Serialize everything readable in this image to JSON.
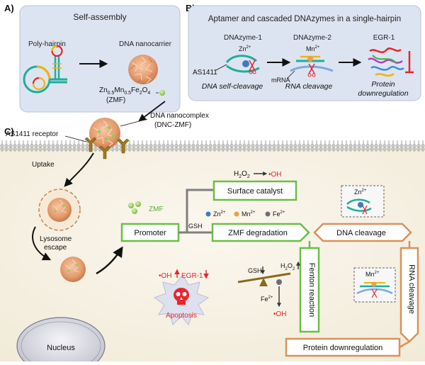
{
  "panel_a": {
    "letter": "A)",
    "title": "Self-assembly",
    "poly_hairpin": "Poly-hairpin",
    "dna_nanocarrier": "DNA nanocarrier",
    "zmf_formula": "Zn",
    "zmf_sub1": "0.5",
    "zmf_mn": "Mn",
    "zmf_sub2": "0.5",
    "zmf_fe": "Fe",
    "zmf_sub3": "2",
    "zmf_o": "O",
    "zmf_sub4": "4",
    "zmf_abbr": "(ZMF)"
  },
  "panel_b": {
    "letter": "B)",
    "title": "Aptamer and cascaded DNAzymes in a single-hairpin",
    "dnazyme1": "DNAzyme-1",
    "dnazyme2": "DNAzyme-2",
    "egr1": "EGR-1",
    "zn_ion": "Zn",
    "zn_charge": "2+",
    "mn_ion": "Mn",
    "mn_charge": "2+",
    "as1411": "AS1411",
    "mrna": "mRNA",
    "step1": "DNA self-cleavage",
    "step2": "RNA cleavage",
    "step3_line1": "Protein",
    "step3_line2": "downregulation"
  },
  "panel_c": {
    "letter": "C)",
    "nanocomplex_line1": "DNA nanocomplex",
    "nanocomplex_line2": "(DNC-ZMF)",
    "receptor": "AS1411 receptor",
    "uptake": "Uptake",
    "lysosome_line1": "Lysosome",
    "lysosome_line2": "escape",
    "nucleus": "Nucleus",
    "zmf_label": "ZMF",
    "h2o2": "H",
    "h2o2_sub": "2",
    "h2o2_o": "O",
    "h2o2_sub2": "2",
    "oh_product": "•OH",
    "surface_catalyst": "Surface catalyst",
    "promoter": "Promoter",
    "gsh": "GSH",
    "zmf_degradation": "ZMF degradation",
    "legend_zn": "Zn",
    "legend_zn_charge": "2+",
    "legend_mn": "Mn",
    "legend_mn_charge": "2+",
    "legend_fe": "Fe",
    "legend_fe_charge": "2+",
    "dna_cleavage": "DNA cleavage",
    "rna_cleavage": "RNA cleavage",
    "fenton": "Fenton reaction",
    "protein_downregulation": "Protein downregulation",
    "apoptosis": "Apoptosis",
    "oh_up": "•OH",
    "egr1_down": "EGR-1",
    "balance_gsh": "GSH",
    "balance_h2o2": "H",
    "balance_h2o2_sub": "2",
    "balance_h2o2_o": "O",
    "balance_h2o2_sub2": "2",
    "fe_ion": "Fe",
    "fe_charge": "2+",
    "oh_final": "•OH",
    "inset_zn": "Zn",
    "inset_zn_charge": "2+",
    "inset_mn": "Mn",
    "inset_mn_charge": "2+"
  },
  "colors": {
    "green_box": "#6abf45",
    "orange_box": "#d9925a",
    "red": "#e8262a",
    "gray_arrow": "#7f7f7f",
    "panel_bg": "#dfe6f3"
  }
}
